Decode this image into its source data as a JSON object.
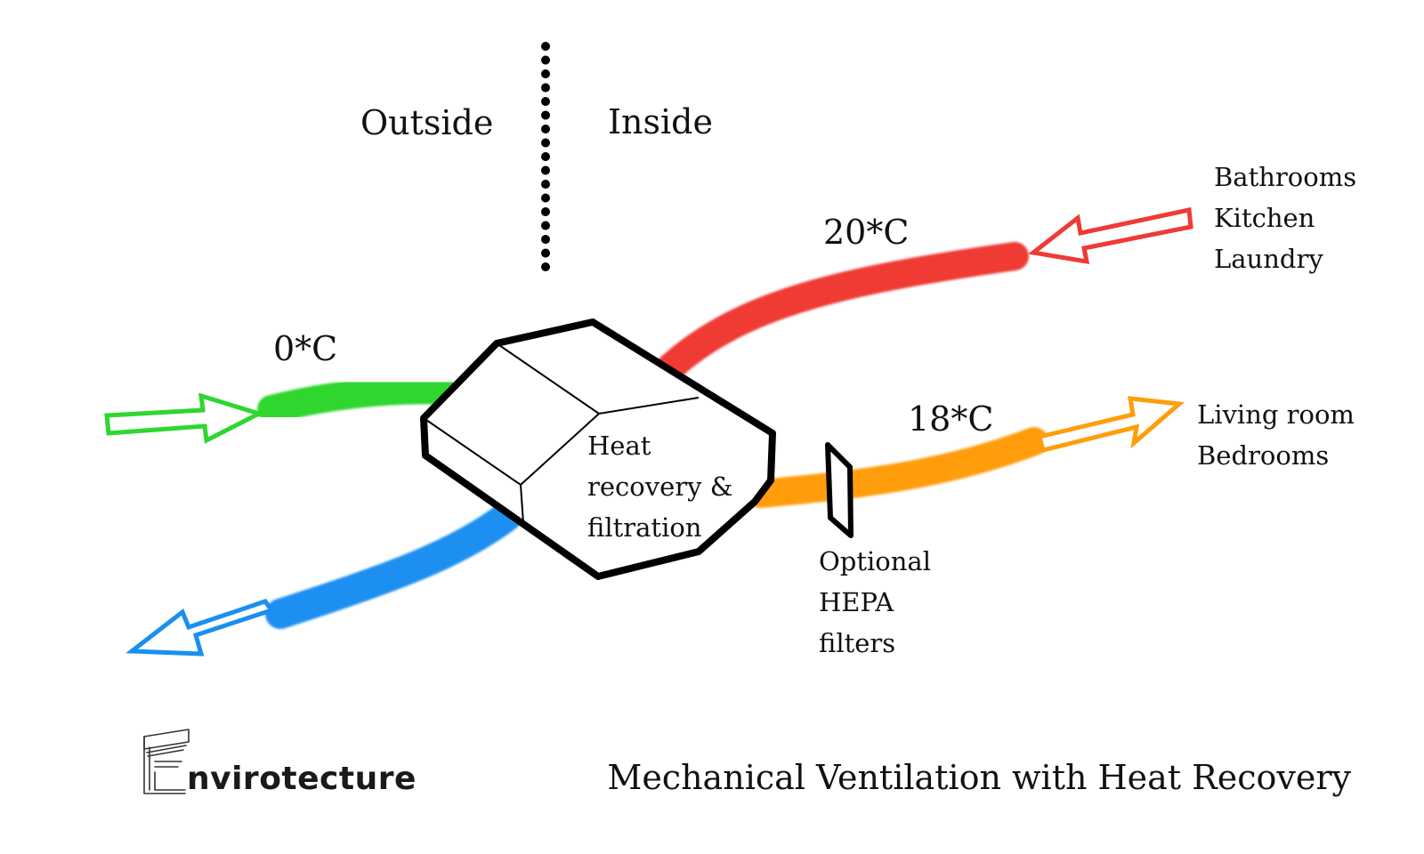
{
  "labels": {
    "outside": "Outside",
    "inside": "Inside",
    "supply_in_temp": "0*C",
    "extract_temp": "20*C",
    "supply_out_temp": "18*C",
    "unit_lines": [
      "Heat",
      "recovery &",
      "filtration"
    ],
    "extract_rooms": [
      "Bathrooms",
      "Kitchen",
      "Laundry"
    ],
    "supply_rooms": [
      "Living room",
      "Bedrooms"
    ],
    "filter_lines": [
      "Optional",
      "HEPA",
      "filters"
    ]
  },
  "footer": {
    "brand": "nvirotecture",
    "title": "Mechanical Ventilation with Heat Recovery"
  },
  "colors": {
    "fresh_outdoor_air": "#2fd62f",
    "exhaust_air": "#1a8ff0",
    "stale_indoor_air": "#f03a35",
    "supply_air": "#ff9d0a",
    "outline": "#000000"
  },
  "icons": {
    "brand_mark": "envirotecture-logo-mark",
    "fresh_air_arrow": "right-arrow-icon",
    "exhaust_arrow": "left-arrow-icon",
    "extract_arrow": "left-arrow-icon",
    "supply_arrow": "right-arrow-icon"
  }
}
